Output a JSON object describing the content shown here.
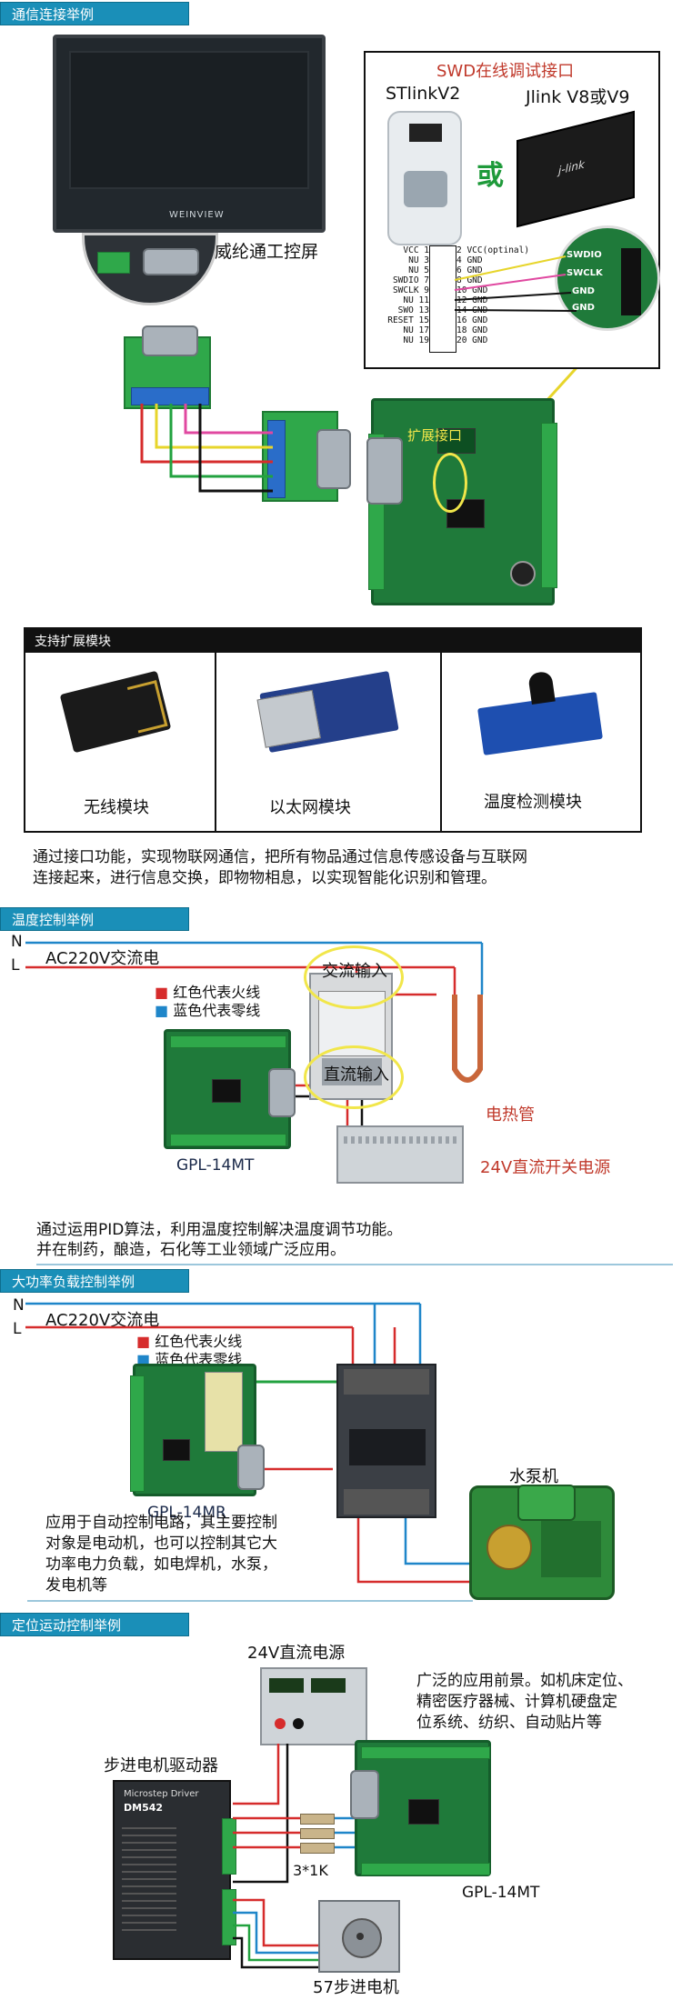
{
  "sections": {
    "comm": "通信连接举例",
    "temp": "温度控制举例",
    "power": "大功率负载控制举例",
    "motion": "定位运动控制举例"
  },
  "comm": {
    "hmi_brand": "WEINVIEW",
    "hmi_label": "威纶通工控屏",
    "swd_title": "SWD在线调试接口",
    "stlink": "STlinkV2",
    "jlink": "Jlink V8或V9",
    "or": "或",
    "expand_label": "扩展接口",
    "pins_left": [
      "VCC 1",
      "NU 3",
      "NU 5",
      "SWDIO 7",
      "SWCLK 9",
      "NU 11",
      "SWO 13",
      "RESET 15",
      "NU 17",
      "NU 19"
    ],
    "pins_right": [
      "2 VCC(optinal)",
      "4 GND",
      "6 GND",
      "8 GND",
      "10 GND",
      "12 GND",
      "14 GND",
      "16 GND",
      "18 GND",
      "20 GND"
    ],
    "zoom_labels": [
      "SWDIO",
      "SWCLK",
      "GND",
      "GND"
    ]
  },
  "modules": {
    "title": "支持扩展模块",
    "items": [
      "无线模块",
      "以太网模块",
      "温度检测模块"
    ],
    "desc1": "通过接口功能，实现物联网通信，把所有物品通过信息传感设备与互联网",
    "desc2": "连接起来，进行信息交换，即物物相息，以实现智能化识别和管理。"
  },
  "temp": {
    "n": "N",
    "l": "L",
    "ac": "AC220V交流电",
    "red_line": "红色代表火线",
    "blue_line": "蓝色代表零线",
    "ac_in": "交流输入",
    "dc_in": "直流输入",
    "heater": "电热管",
    "psu": "24V直流开关电源",
    "board": "GPL-14MT",
    "desc1": "通过运用PID算法，利用温度控制解决温度调节功能。",
    "desc2": "并在制药，酿造，石化等工业领域广泛应用。"
  },
  "power": {
    "n": "N",
    "l": "L",
    "ac": "AC220V交流电",
    "red_line": "红色代表火线",
    "blue_line": "蓝色代表零线",
    "board": "GPL-14MR",
    "pump": "水泵机",
    "desc": [
      "应用于自动控制电路，其主要控制",
      "对象是电动机，也可以控制其它大",
      "功率电力负载，如电焊机，水泵，",
      "发电机等"
    ]
  },
  "motion": {
    "psu": "24V直流电源",
    "desc": [
      "广泛的应用前景。如机床定位、",
      "精密医疗器械、计算机硬盘定",
      "位系统、纺织、自动贴片等"
    ],
    "driver_label": "步进电机驱动器",
    "driver_name": "Microstep Driver",
    "driver_model": "DM542",
    "resistor": "3*1K",
    "board": "GPL-14MT",
    "motor": "57步进电机"
  },
  "colors": {
    "section_bg": "#1a8fb8",
    "red_wire": "#d62c2c",
    "blue_wire": "#1f86c9",
    "green_wire": "#22a23f",
    "yellow_wire": "#e7d52b",
    "black_wire": "#111111",
    "label_red": "#c0392b"
  }
}
